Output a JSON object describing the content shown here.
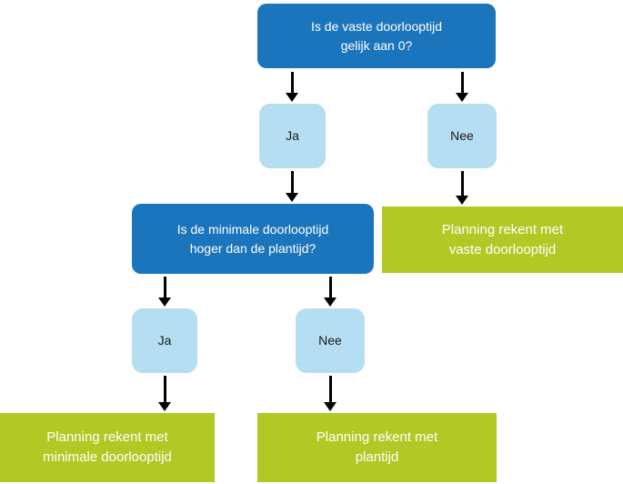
{
  "diagram_type": "decision-flowchart",
  "colors": {
    "decision_bg": "#1b75bc",
    "decision_text": "#ffffff",
    "option_bg": "#b6def2",
    "option_text": "#1a1a1a",
    "result_bg": "#b2c824",
    "result_text": "#ffffff",
    "arrow": "#000000",
    "background": "#ffffff"
  },
  "nodes": {
    "q1": {
      "line1": "Is de vaste doorlooptijd",
      "line2": "gelijk aan 0?"
    },
    "ja1": {
      "label": "Ja"
    },
    "nee1": {
      "label": "Nee"
    },
    "q2": {
      "line1": "Is de minimale doorlooptijd",
      "line2": "hoger dan de plantijd?"
    },
    "r1": {
      "line1": "Planning rekent met",
      "line2": "vaste doorlooptijd"
    },
    "ja2": {
      "label": "Ja"
    },
    "nee2": {
      "label": "Nee"
    },
    "r2": {
      "line1": "Planning rekent met",
      "line2": "minimale doorlooptijd"
    },
    "r3": {
      "line1": "Planning rekent met",
      "line2": "plantijd"
    }
  },
  "edges": [
    {
      "from": "q1",
      "to": "ja1"
    },
    {
      "from": "q1",
      "to": "nee1"
    },
    {
      "from": "ja1",
      "to": "q2"
    },
    {
      "from": "nee1",
      "to": "r1"
    },
    {
      "from": "q2",
      "to": "ja2"
    },
    {
      "from": "q2",
      "to": "nee2"
    },
    {
      "from": "ja2",
      "to": "r2"
    },
    {
      "from": "nee2",
      "to": "r3"
    }
  ]
}
